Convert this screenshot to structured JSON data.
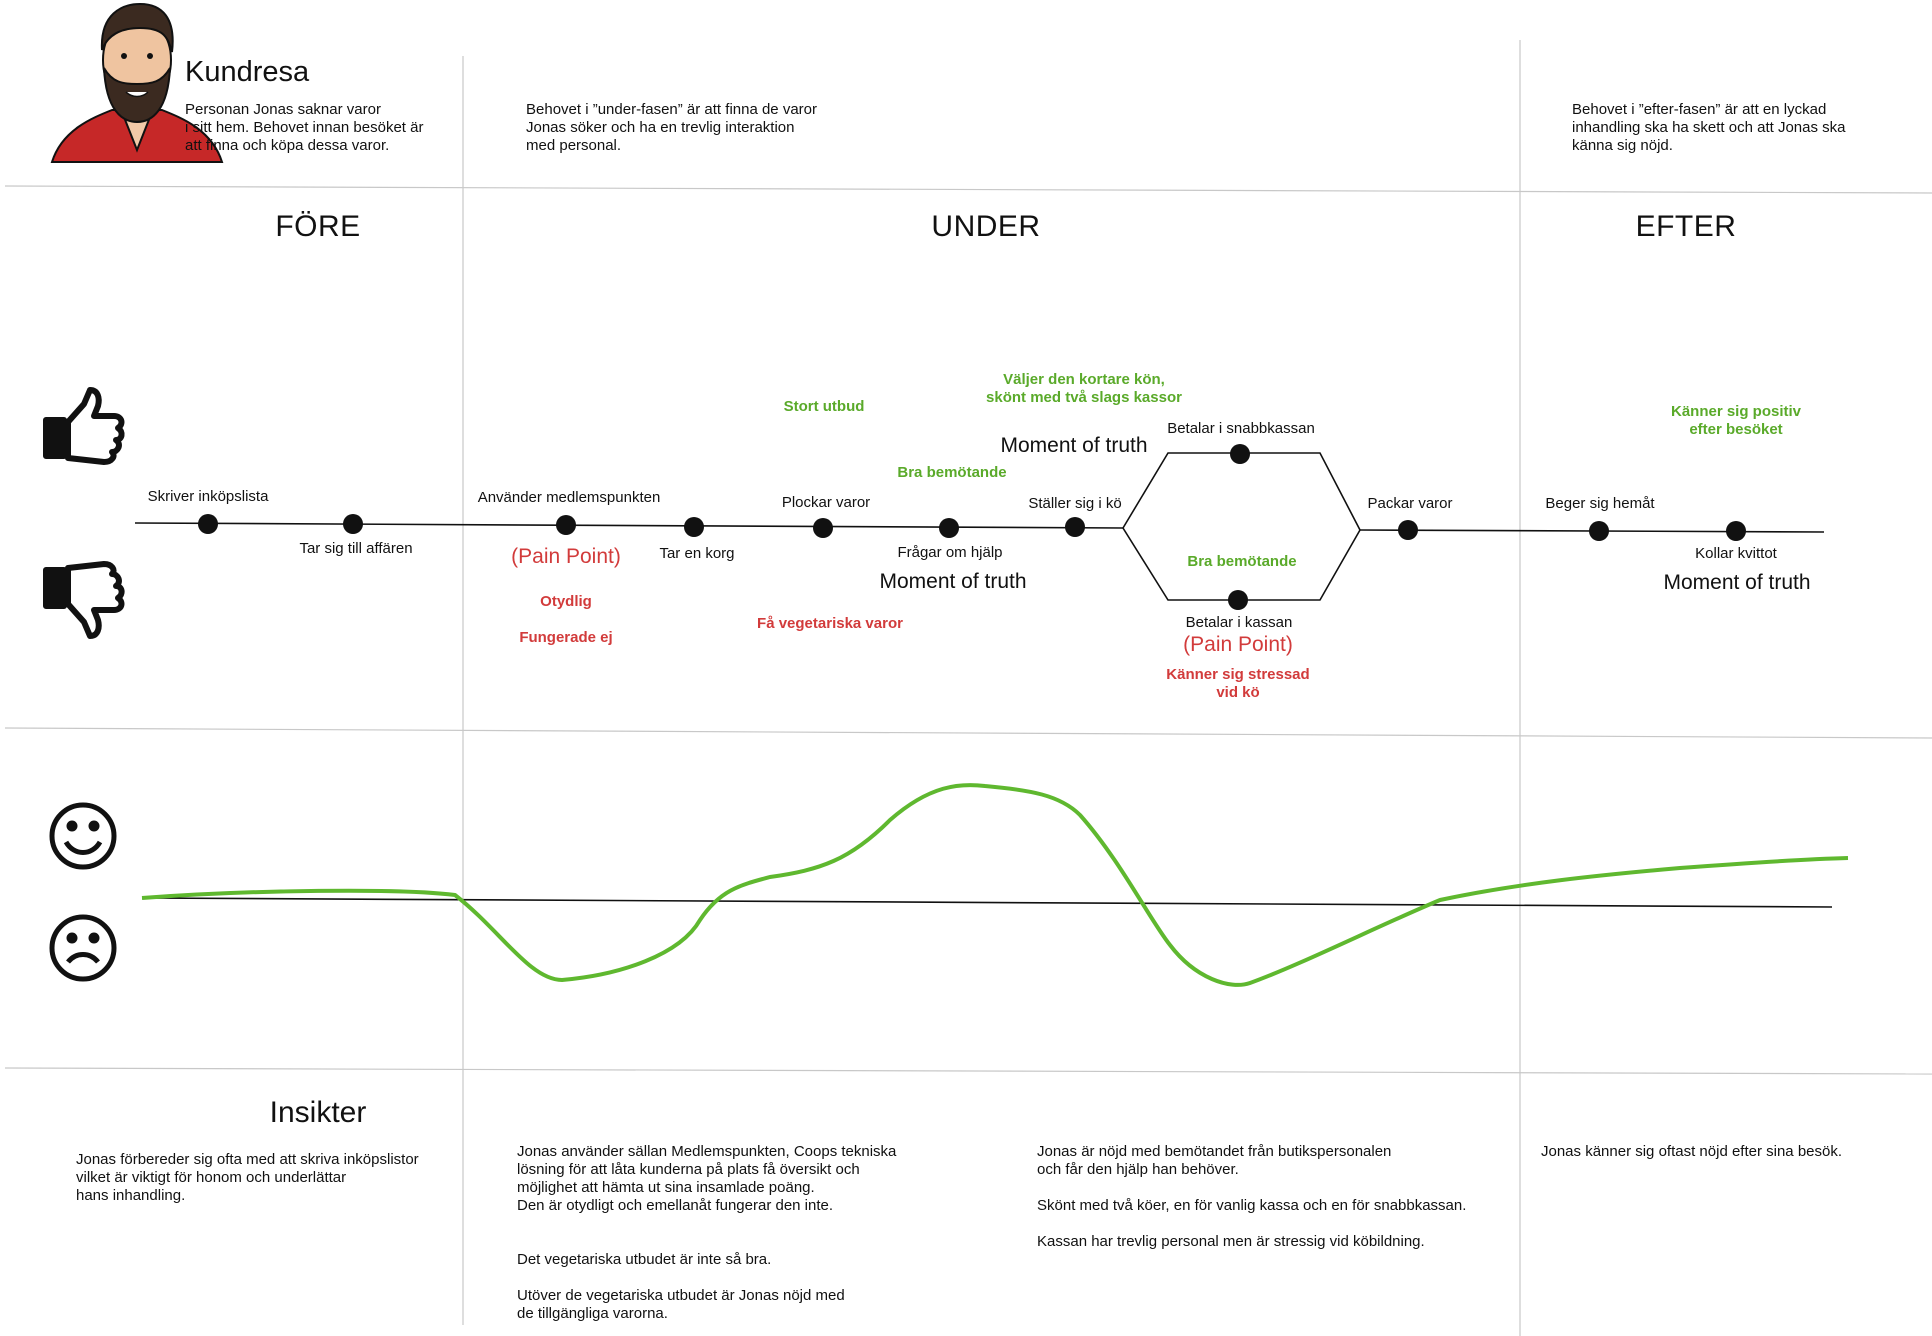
{
  "header": {
    "title": "Kundresa",
    "persona_text": "Personan Jonas saknar varor\ni sitt hem. Behovet innan besöket är\natt finna och köpa dessa varor.",
    "under_need": "Behovet i ”under-fasen” är att finna de varor\nJonas söker och ha en trevlig interaktion\nmed personal.",
    "after_need": "Behovet i ”efter-fasen” är att en lyckad\ninhandling ska ha skett och att Jonas ska\nkänna sig nöjd."
  },
  "phases": {
    "before": "FÖRE",
    "during": "UNDER",
    "after": "EFTER"
  },
  "steps": {
    "s1": "Skriver inköpslista",
    "s2": "Tar sig till affären",
    "s3": "Använder medlemspunkten",
    "s4": "Tar en korg",
    "s5": "Plockar varor",
    "s6": "Frågar om hjälp",
    "s7": "Ställer sig i kö",
    "s8": "Betalar  i snabbkassan",
    "s9": "Betalar i kassan",
    "s10": "Packar varor",
    "s11": "Beger sig hemåt",
    "s12": "Kollar kvittot"
  },
  "moments": {
    "m1": "Moment of truth",
    "m2": "Moment of truth",
    "m3": "Moment of truth"
  },
  "pain_points": {
    "p1": "(Pain Point)",
    "p2": "(Pain Point)"
  },
  "positive_notes": {
    "n1": "Stort utbud",
    "n2": "Väljer den kortare kön,\nskönt med två slags kassor",
    "n3": "Bra bemötande",
    "n4": "Bra bemötande",
    "n5": "Känner sig positiv\nefter besöket"
  },
  "negative_notes": {
    "n1": "Otydlig",
    "n2": "Fungerade ej",
    "n3": "Få vegetariska varor",
    "n4": "Känner sig stressad\nvid kö"
  },
  "insights": {
    "title": "Insikter",
    "before": "Jonas förbereder sig ofta med att skriva inköpslistor\nvilket är viktigt för honom och underlättar\nhans inhandling.",
    "during1": "Jonas använder sällan Medlemspunkten, Coops tekniska\nlösning för att låta kunderna på plats få översikt och\nmöjlighet att hämta ut sina insamlade poäng.\nDen  är otydligt och emellanåt fungerar den inte.\n\n\nDet vegetariska utbudet är inte så bra.\n\nUtöver de vegetariska utbudet är Jonas nöjd med\nde tillgängliga varorna.",
    "during2": "Jonas är nöjd med bemötandet från butikspersonalen\noch får den hjälp han behöver.\n\nSkönt med två köer, en för vanlig kassa och en för snabbkassan.\n\nKassan har trevlig personal men är stressig vid köbildning.",
    "after": "Jonas känner sig oftast nöjd efter sina besök."
  },
  "icons": {
    "persona": "persona-avatar",
    "positive": "thumbs-up-icon",
    "negative": "thumbs-down-icon",
    "happy": "smiley-happy-icon",
    "sad": "smiley-sad-icon"
  },
  "colors": {
    "positive": "#5aaa2a",
    "negative": "#d23b3b",
    "emotion_line": "#5fb82f"
  }
}
